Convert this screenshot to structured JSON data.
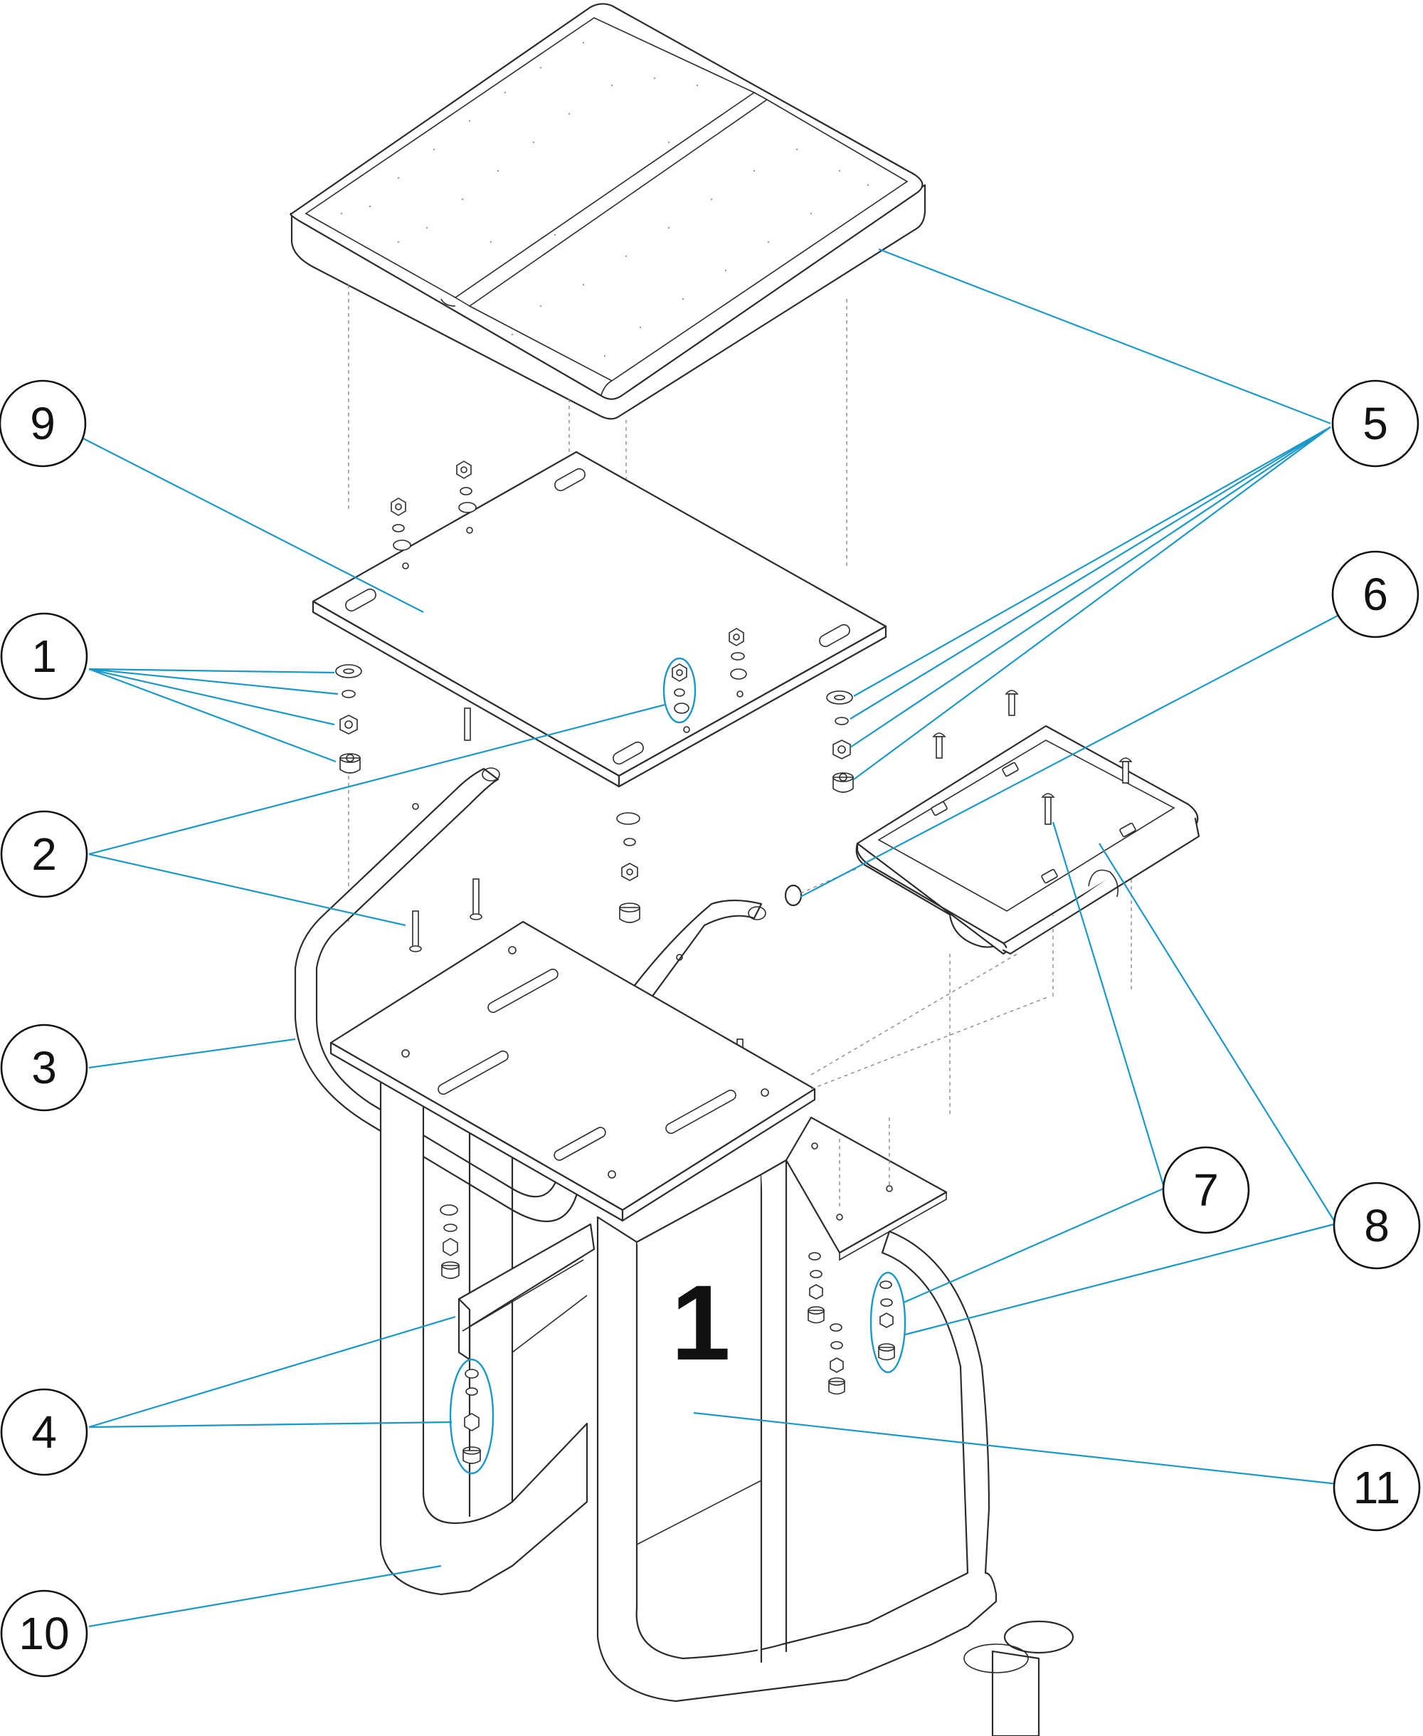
{
  "diagram": {
    "callouts": [
      {
        "id": "c1",
        "label": "1"
      },
      {
        "id": "c2",
        "label": "2"
      },
      {
        "id": "c3",
        "label": "3"
      },
      {
        "id": "c4",
        "label": "4"
      },
      {
        "id": "c5",
        "label": "5"
      },
      {
        "id": "c6",
        "label": "6"
      },
      {
        "id": "c7",
        "label": "7"
      },
      {
        "id": "c8",
        "label": "8"
      },
      {
        "id": "c9",
        "label": "9"
      },
      {
        "id": "c10",
        "label": "10"
      },
      {
        "id": "c11",
        "label": "11"
      }
    ],
    "lane_number": "1",
    "leader_color": "#1a98c8",
    "line_color": "#2b2b2b"
  }
}
